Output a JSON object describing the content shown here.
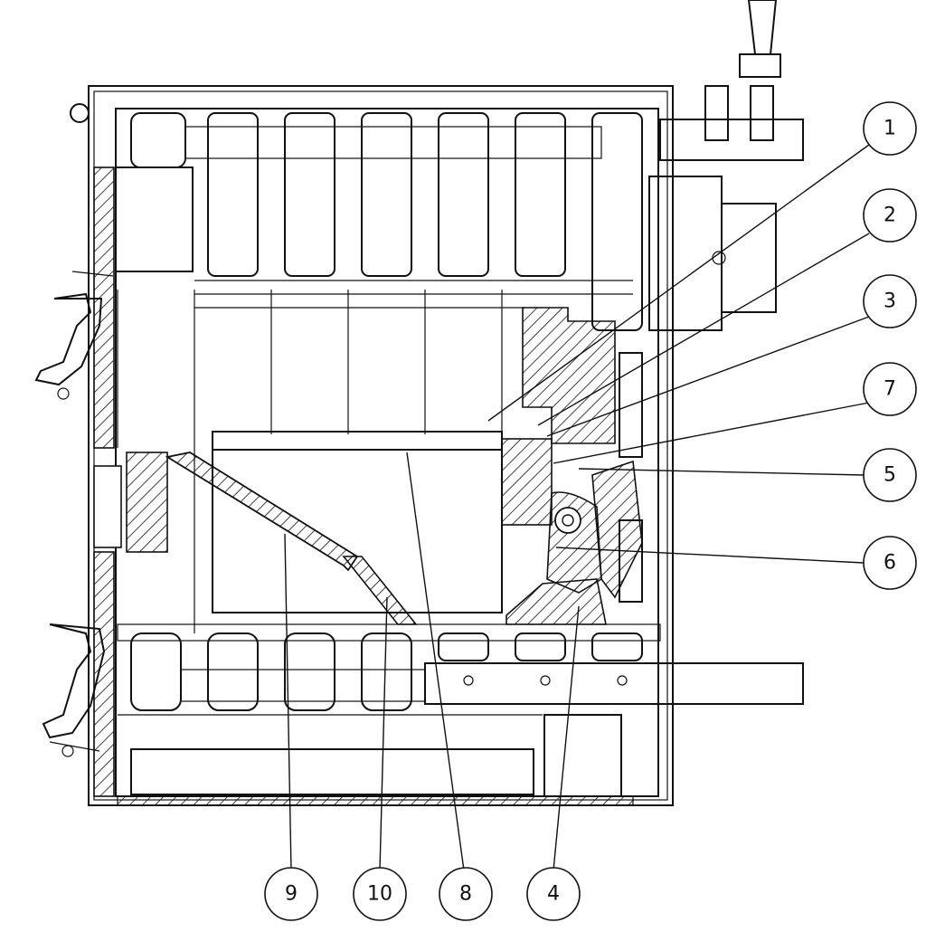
{
  "callouts": {
    "c1": "1",
    "c2": "2",
    "c3": "3",
    "c7": "7",
    "c5": "5",
    "c6": "6",
    "c9": "9",
    "c10": "10",
    "c8": "8",
    "c4": "4"
  },
  "colors": {
    "line": "#111111",
    "background": "#ffffff"
  }
}
